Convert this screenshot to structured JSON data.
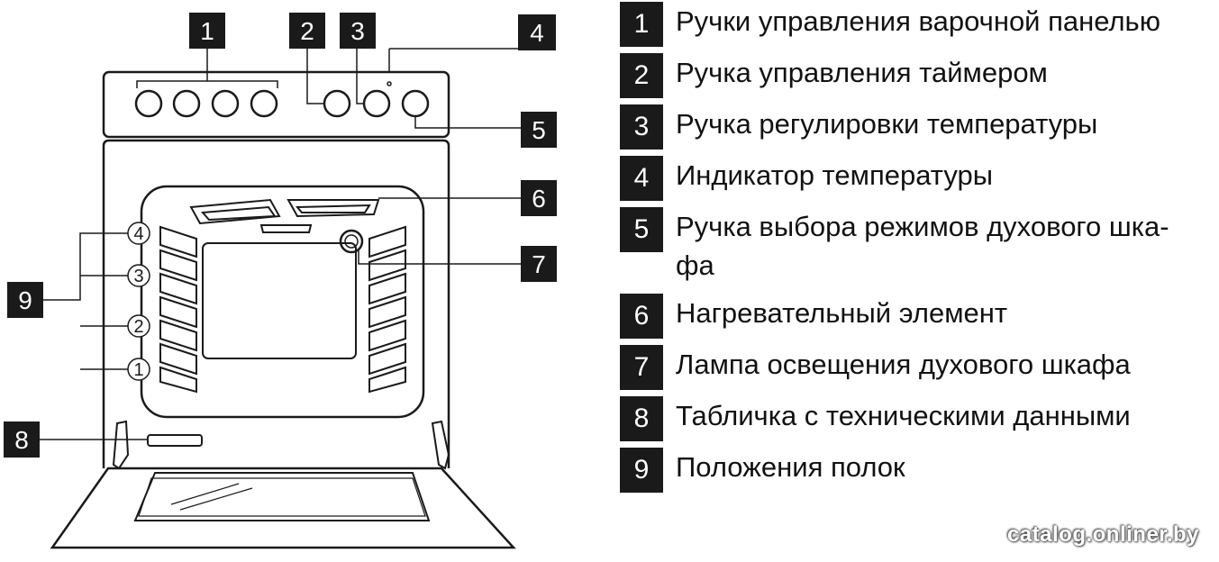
{
  "diagram": {
    "callouts": [
      "1",
      "2",
      "3",
      "4",
      "5",
      "6",
      "7",
      "8",
      "9"
    ],
    "shelf_positions": [
      "4",
      "3",
      "2",
      "1"
    ]
  },
  "legend": [
    {
      "num": "1",
      "label": "Ручки управления варочной панелью"
    },
    {
      "num": "2",
      "label": "Ручка управления таймером"
    },
    {
      "num": "3",
      "label": "Ручка регулировки температуры"
    },
    {
      "num": "4",
      "label": "Индикатор температуры"
    },
    {
      "num": "5",
      "label": "Ручка выбора режимов духового шка-фа"
    },
    {
      "num": "6",
      "label": "Нагревательный элемент"
    },
    {
      "num": "7",
      "label": "Лампа освещения духового шкафа"
    },
    {
      "num": "8",
      "label": "Табличка с техническими данными"
    },
    {
      "num": "9",
      "label": "Положения полок"
    }
  ],
  "watermark": "catalog.onliner.by"
}
